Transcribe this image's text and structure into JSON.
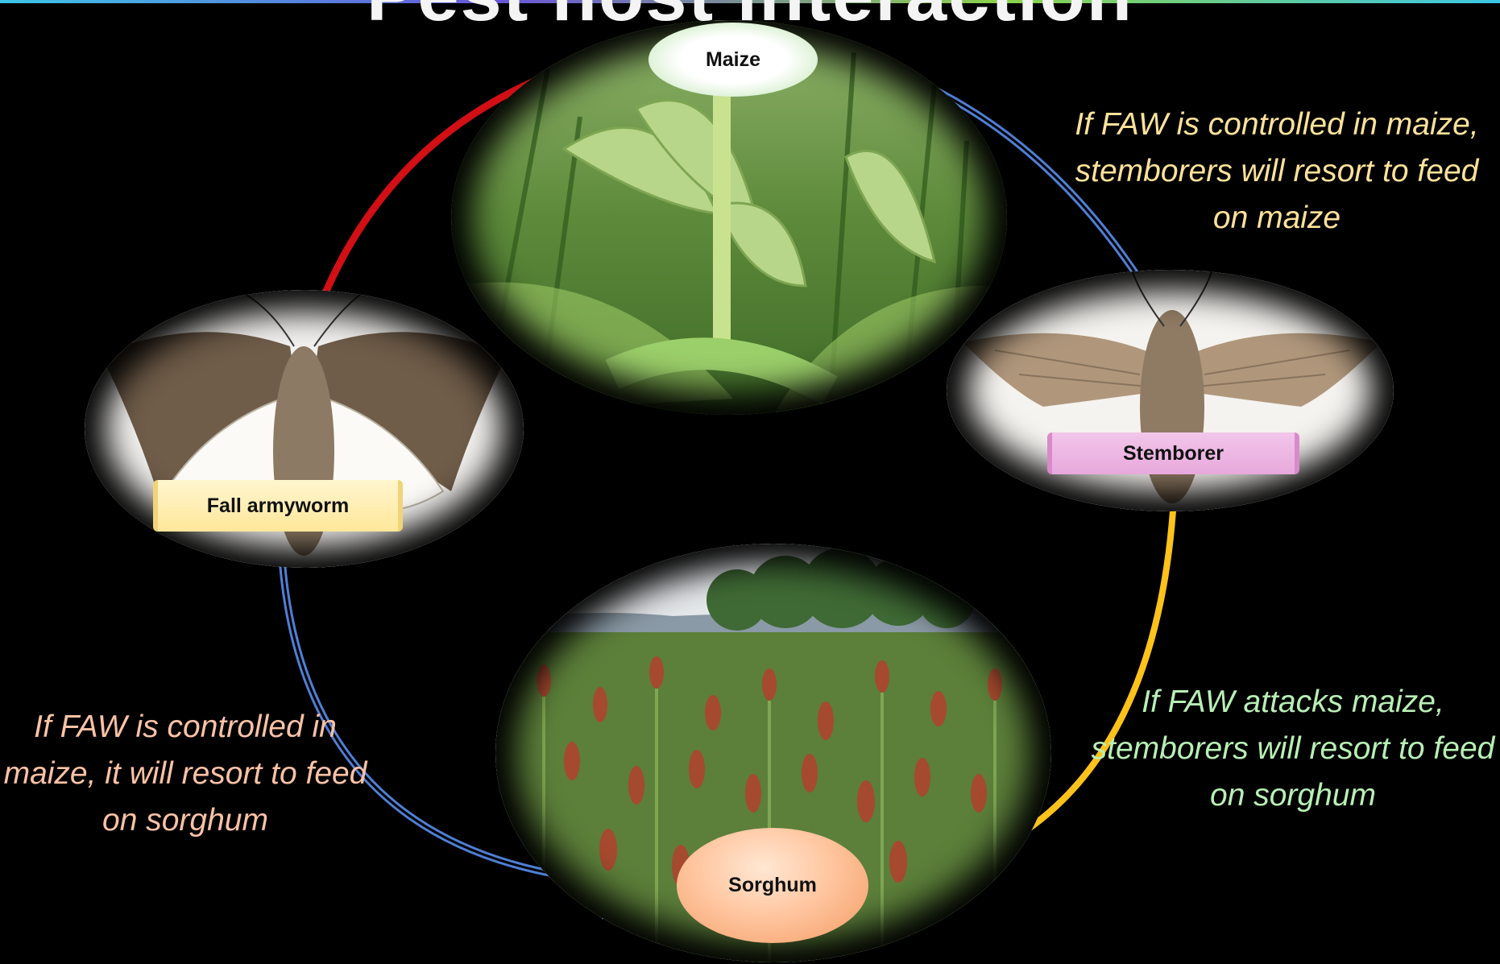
{
  "title": "Pest host interaction",
  "nodes": {
    "maize": "Maize",
    "fall_armyworm": "Fall armyworm",
    "stemborer": "Stemborer",
    "sorghum": "Sorghum"
  },
  "notes": {
    "right_top": "If FAW is controlled in maize, stemborers will resort to feed on maize",
    "left_bottom": "If FAW is controlled in maize, it will resort to feed on sorghum",
    "right_bottom": "If FAW attacks maize, stemborers will resort to feed on sorghum"
  },
  "colors": {
    "red_arc": "#d10f14",
    "blue_arc": "#4f7fd6",
    "yellow_arc": "#ffc21a",
    "background": "#000000"
  }
}
